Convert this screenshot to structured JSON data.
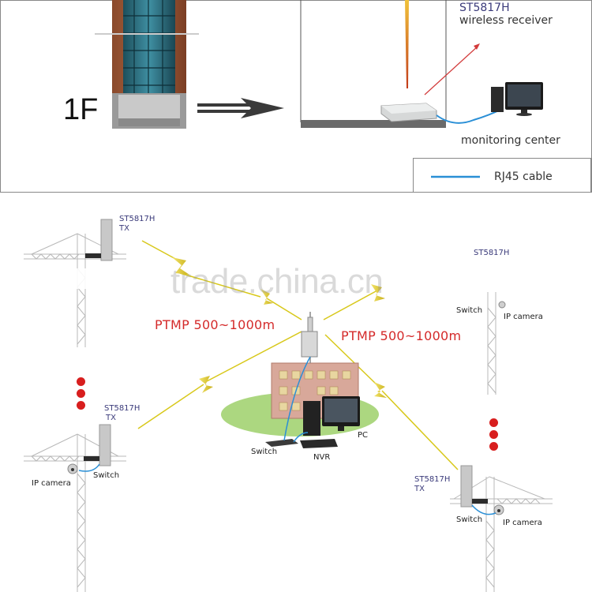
{
  "top": {
    "floor_label": "1F",
    "receiver_model": "ST5817H",
    "receiver_desc": "wireless receiver",
    "monitoring_center": "monitoring center",
    "legend_cable": "RJ45 cable"
  },
  "bottom": {
    "tx_model": "ST5817H",
    "tx_label": "TX",
    "ptmp_left": "PTMP 500~1000m",
    "ptmp_right": "PTMP 500~1000m",
    "switch": "Switch",
    "ip_camera": "IP camera",
    "nvr": "NVR",
    "pc": "PC"
  },
  "watermark": "trade.china.cn",
  "colors": {
    "rf_link": "#d8c81a",
    "cable": "#2a8fd6",
    "red_text": "#d42a2a",
    "arrow_red": "#d23a3a"
  }
}
